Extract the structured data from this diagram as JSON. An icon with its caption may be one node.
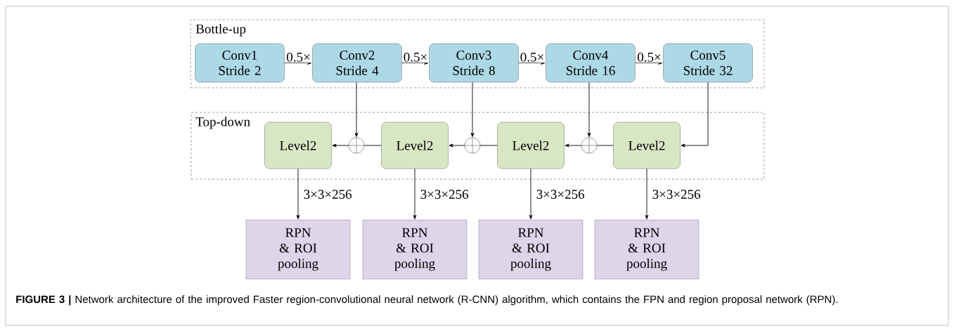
{
  "diagram": {
    "caption": "**FIGURE 3 |** Network architecture of the improved Faster region-convolutional neural network (R-CNN) algorithm, which contains the FPN and region proposal network (RPN).",
    "nodes": [
      {
        "text": [
          "Bottle-up"
        ]
      },
      {
        "text": [
          "Conv1 Stride 2"
        ],
        "in": 0
      },
      {
        "text": [
          "Conv2 Stride 4"
        ],
        "in": 0
      },
      {
        "text": [
          "Conv3 Stride 8"
        ],
        "in": 0
      },
      {
        "text": [
          "Conv4 Stride 16"
        ],
        "in": 0
      },
      {
        "text": [
          "Conv5 Stride 32"
        ],
        "in": 0
      },
      {
        "text": [
          "Top-down"
        ]
      },
      {
        "text": [
          "Level2"
        ],
        "in": 6
      },
      {
        "text": [
          "Level2"
        ],
        "in": 6
      },
      {
        "text": [
          "Level2"
        ],
        "in": 6
      },
      {
        "text": [
          "Level2"
        ],
        "in": 6
      },
      {
        "text": [],
        "shape": "circle",
        "in": 6
      },
      {
        "text": [],
        "shape": "circle",
        "in": 6
      },
      {
        "text": [],
        "shape": "circle",
        "in": 6
      },
      {
        "text": [
          "RPN & ROI pooling"
        ]
      },
      {
        "text": [
          "RPN & ROI pooling"
        ]
      },
      {
        "text": [
          "RPN & ROI pooling"
        ]
      },
      {
        "text": [
          "RPN & ROI pooling"
        ]
      }
    ],
    "edges": [
      {
        "from": 1,
        "to": 2,
        "arrow": "to",
        "label": "0.5×"
      },
      {
        "from": 2,
        "to": 3,
        "arrow": "to",
        "label": "0.5×"
      },
      {
        "from": 3,
        "to": 4,
        "arrow": "to",
        "label": "0.5×"
      },
      {
        "from": 4,
        "to": 5,
        "arrow": "to",
        "label": "0.5×"
      },
      {
        "from": 2,
        "to": 11,
        "arrow": "to"
      },
      {
        "from": 3,
        "to": 12,
        "arrow": "to"
      },
      {
        "from": 4,
        "to": 13,
        "arrow": "to"
      },
      {
        "from": 5,
        "to": 10,
        "arrow": "to"
      },
      {
        "from": 10,
        "to": 13,
        "arrow": "none"
      },
      {
        "from": 13,
        "to": 9,
        "arrow": "to"
      },
      {
        "from": 9,
        "to": 12,
        "arrow": "none"
      },
      {
        "from": 12,
        "to": 8,
        "arrow": "to"
      },
      {
        "from": 8,
        "to": 11,
        "arrow": "none"
      },
      {
        "from": 11,
        "to": 7,
        "arrow": "to"
      },
      {
        "from": 7,
        "to": 14,
        "arrow": "to",
        "label": "3×3×256"
      },
      {
        "from": 8,
        "to": 15,
        "arrow": "to",
        "label": "3×3×256"
      },
      {
        "from": 9,
        "to": 16,
        "arrow": "to",
        "label": "3×3×256"
      },
      {
        "from": 10,
        "to": 17,
        "arrow": "to",
        "label": "3×3×256"
      }
    ]
  }
}
